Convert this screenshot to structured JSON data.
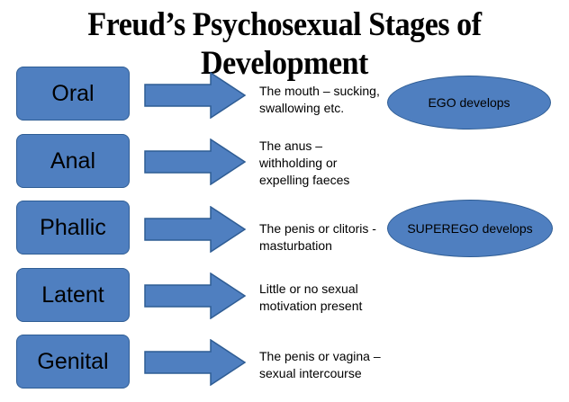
{
  "title": "Freud’s Psychosexual Stages of Development",
  "stages": [
    {
      "name": "Oral",
      "description": [
        "The mouth – sucking,",
        "swallowing etc."
      ]
    },
    {
      "name": "Anal",
      "description": [
        "The anus –",
        "withholding or",
        "expelling faeces"
      ]
    },
    {
      "name": "Phallic",
      "description": [
        "The penis or clitoris -",
        "masturbation"
      ]
    },
    {
      "name": "Latent",
      "description": [
        "Little or no sexual",
        "motivation present"
      ]
    },
    {
      "name": "Genital",
      "description": [
        "The penis or vagina –",
        "sexual intercourse"
      ]
    }
  ],
  "notes": [
    {
      "label": "EGO develops"
    },
    {
      "label": "SUPEREGO develops"
    }
  ],
  "colors": {
    "fill": "#4f7fc0",
    "stroke": "#2f5d94"
  }
}
